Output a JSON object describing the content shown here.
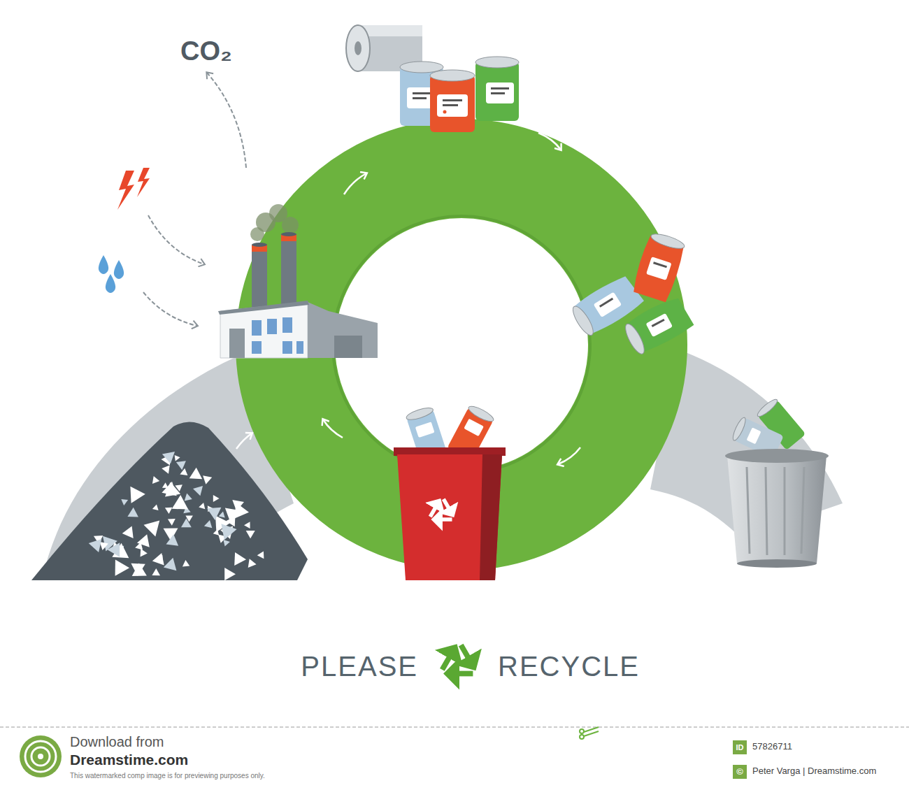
{
  "diagram": {
    "labels": [
      "CO₂",
      "PLEASE",
      "RECYCLE",
      "Download from",
      "Dreamstime.com",
      "This watermarked comp image is for previewing purposes only.",
      "ID",
      "57826711",
      "©",
      "Peter Varga | Dreamstime.com"
    ]
  }
}
